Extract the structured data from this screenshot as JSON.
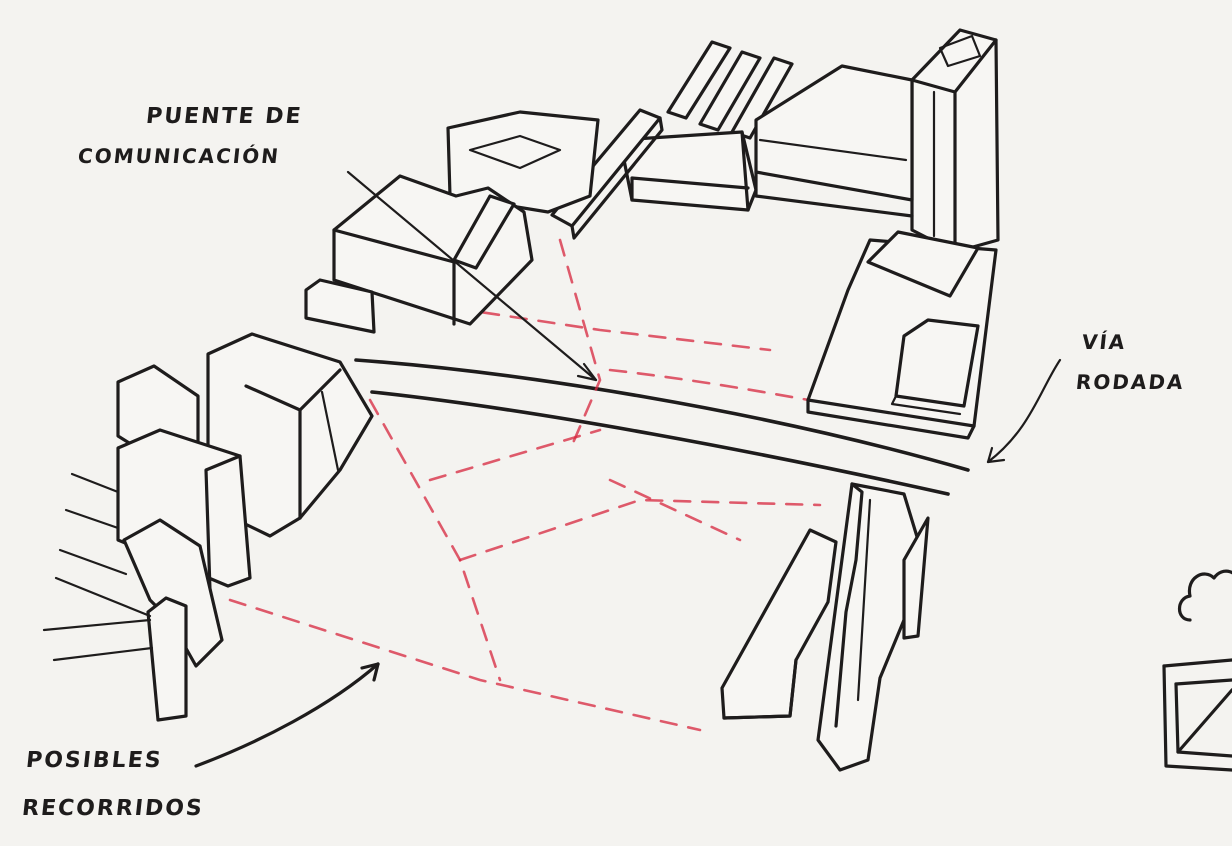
{
  "labels": {
    "puente_line1": "PUENTE DE",
    "puente_line2": "COMUNICACIÓN",
    "via_line1": "VÍA",
    "via_line2": "RODADA",
    "posibles_line1": "POSIBLES",
    "posibles_line2": "RECORRIDOS"
  },
  "colors": {
    "ink": "#1e1c1c",
    "dashed_paths": "#d7263d",
    "paper": "#f4f3f0"
  }
}
